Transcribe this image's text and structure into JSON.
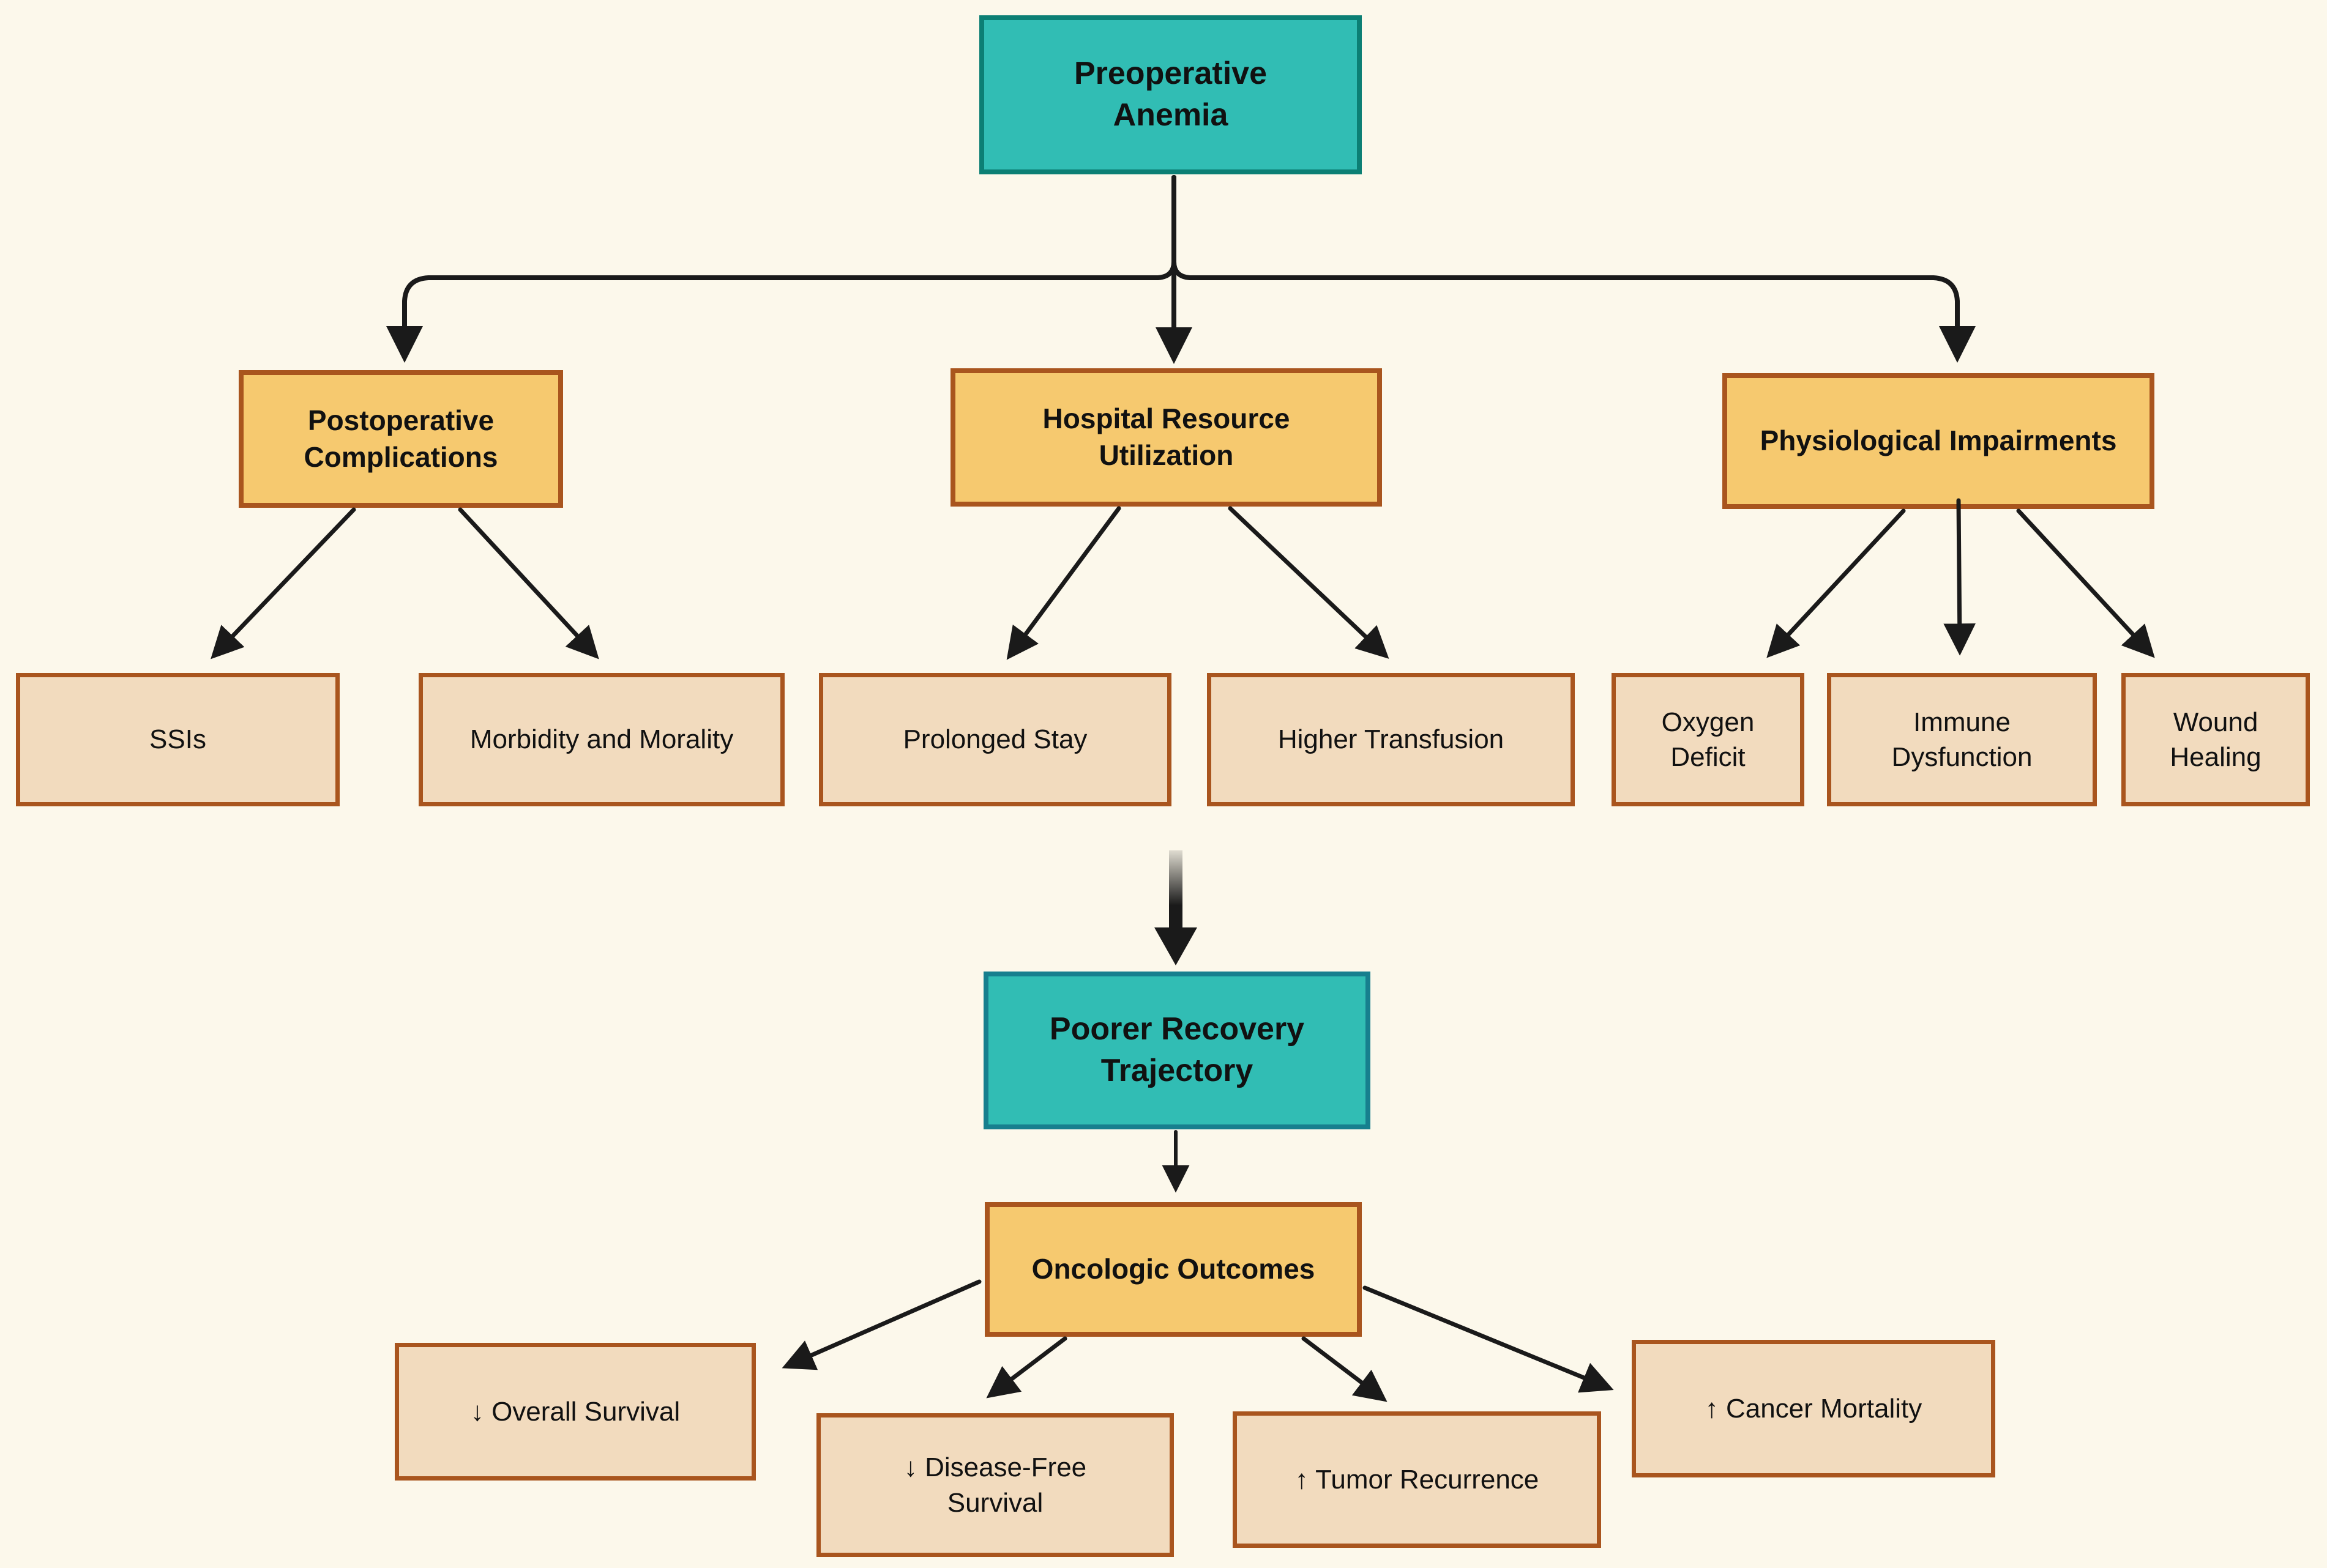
{
  "diagram": {
    "topic": "Preoperative Anemia consequences flowchart",
    "nodes": {
      "preoperative_anemia": {
        "label": "Preoperative Anemia",
        "level": "root",
        "color_role": "teal"
      },
      "postoperative_complications": {
        "label": "Postoperative Complications",
        "level": "category",
        "color_role": "orange"
      },
      "hospital_resource_utilization": {
        "label": "Hospital Resource Utilization",
        "level": "category",
        "color_role": "orange"
      },
      "physiological_impairments": {
        "label": "Physiological Impairments",
        "level": "category",
        "color_role": "orange"
      },
      "ssis": {
        "label": "SSIs",
        "level": "leaf",
        "color_role": "tan"
      },
      "morbidity_and_morality": {
        "label": "Morbidity and Morality",
        "level": "leaf",
        "color_role": "tan"
      },
      "prolonged_stay": {
        "label": "Prolonged Stay",
        "level": "leaf",
        "color_role": "tan"
      },
      "higher_transfusion": {
        "label": "Higher Transfusion",
        "level": "leaf",
        "color_role": "tan"
      },
      "oxygen_deficit": {
        "label": "Oxygen Deficit",
        "level": "leaf",
        "color_role": "tan"
      },
      "immune_dysfunction": {
        "label": "Immune Dysfunction",
        "level": "leaf",
        "color_role": "tan"
      },
      "wound_healing": {
        "label": "Wound Healing",
        "level": "leaf",
        "color_role": "tan"
      },
      "poorer_recovery_trajectory": {
        "label": "Poorer Recovery Trajectory",
        "level": "root",
        "color_role": "teal"
      },
      "oncologic_outcomes": {
        "label": "Oncologic Outcomes",
        "level": "category",
        "color_role": "orange"
      },
      "overall_survival": {
        "label": "↓ Overall Survival",
        "level": "leaf",
        "color_role": "tan"
      },
      "disease_free_survival": {
        "label": "↓ Disease-Free Survival",
        "level": "leaf",
        "color_role": "tan"
      },
      "tumor_recurrence": {
        "label": "↑ Tumor Recurrence",
        "level": "leaf",
        "color_role": "tan"
      },
      "cancer_mortality": {
        "label": "↑ Cancer Mortality",
        "level": "leaf",
        "color_role": "tan"
      }
    },
    "edges": [
      {
        "from": "preoperative_anemia",
        "to": "postoperative_complications"
      },
      {
        "from": "preoperative_anemia",
        "to": "hospital_resource_utilization"
      },
      {
        "from": "preoperative_anemia",
        "to": "physiological_impairments"
      },
      {
        "from": "postoperative_complications",
        "to": "ssis"
      },
      {
        "from": "postoperative_complications",
        "to": "morbidity_and_morality"
      },
      {
        "from": "hospital_resource_utilization",
        "to": "prolonged_stay"
      },
      {
        "from": "hospital_resource_utilization",
        "to": "higher_transfusion"
      },
      {
        "from": "physiological_impairments",
        "to": "oxygen_deficit"
      },
      {
        "from": "physiological_impairments",
        "to": "immune_dysfunction"
      },
      {
        "from": "physiological_impairments",
        "to": "wound_healing"
      },
      {
        "from": "middle_branches",
        "to": "poorer_recovery_trajectory",
        "style": "thick-tapered"
      },
      {
        "from": "poorer_recovery_trajectory",
        "to": "oncologic_outcomes"
      },
      {
        "from": "oncologic_outcomes",
        "to": "overall_survival"
      },
      {
        "from": "oncologic_outcomes",
        "to": "disease_free_survival"
      },
      {
        "from": "oncologic_outcomes",
        "to": "tumor_recurrence"
      },
      {
        "from": "oncologic_outcomes",
        "to": "cancer_mortality"
      }
    ]
  },
  "palette": {
    "background": "#FCF8EB",
    "teal_fill": "#31BDB4",
    "teal_border": "#0C7F74",
    "teal2_border": "#177F8E",
    "orange_fill": "#F6C96F",
    "orange_border": "#A9551E",
    "tan_fill": "#F2DBBE",
    "tan_border": "#A9551E",
    "line": "#1A1A1A"
  }
}
